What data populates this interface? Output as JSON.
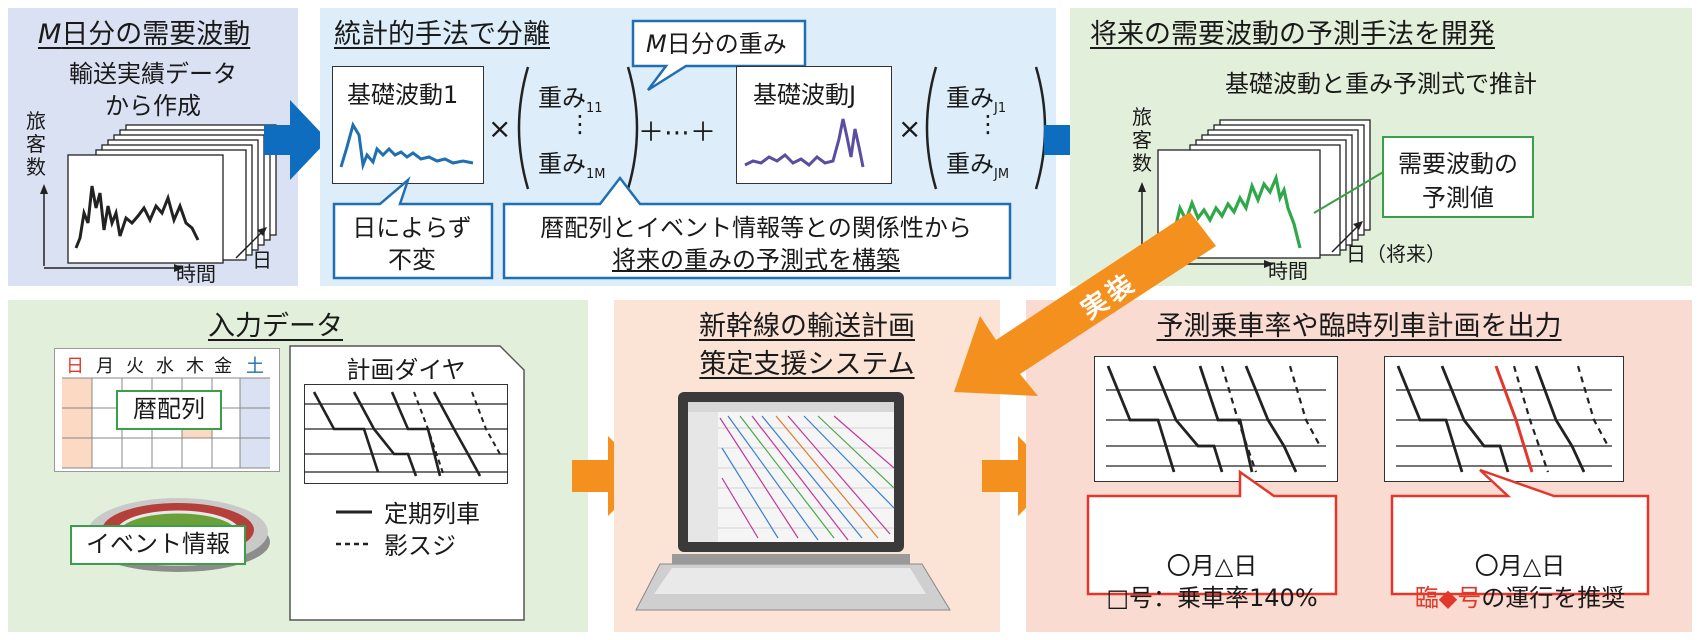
{
  "colors": {
    "panel_blue": "#d9e1f2",
    "panel_lightblue": "#ddeefa",
    "panel_green": "#e2efda",
    "panel_salmon": "#fbe3d6",
    "panel_red": "#fadbd2",
    "arrow_blue": "#0f6dbf",
    "arrow_orange": "#f4911e",
    "callout_blue": "#1f6fb2",
    "green_border": "#3a9f48",
    "red_border": "#e2382c"
  },
  "panel1": {
    "title_italic": "M",
    "title_rest": "日分の需要波動",
    "subtitle_line1": "輸送実績データ",
    "subtitle_line2": "から作成",
    "y_axis_label": "旅客数",
    "x_axis_label": "時間",
    "depth_label": "日"
  },
  "panel2": {
    "title": "統計的手法で分離",
    "weight_callout_italic": "M",
    "weight_callout_rest": "日分の重み",
    "basis1_label": "基礎波動1",
    "basisJ_label": "基礎波動J",
    "weight_top_1": "重み",
    "weight_top_1_sub": "11",
    "weight_bottom_1": "重み",
    "weight_bottom_1_sub": "1M",
    "weight_top_J": "重み",
    "weight_top_J_sub": "J1",
    "weight_bottom_J": "重み",
    "weight_bottom_J_sub": "JM",
    "vdots": "⋮",
    "times": "×",
    "plus_dots": "＋⋯＋",
    "invariant_line1": "日によらず",
    "invariant_line2": "不変",
    "relation_line1": "暦配列とイベント情報等との関係性から",
    "relation_line2": "将来の重みの予測式を構築"
  },
  "panel3": {
    "title": "将来の需要波動の予測手法を開発",
    "subtitle": "基礎波動と重み予測式で推計",
    "y_axis_label": "旅客数",
    "x_axis_label": "時間",
    "depth_label": "日（将来）",
    "callout_line1": "需要波動の",
    "callout_line2": "予測値"
  },
  "implement_label": "実装",
  "panel4": {
    "title": "入力データ",
    "calendar_days": [
      "日",
      "月",
      "火",
      "水",
      "木",
      "金",
      "土"
    ],
    "calendar_label": "暦配列",
    "event_label": "イベント情報",
    "timetable_title": "計画ダイヤ",
    "legend_regular": "定期列車",
    "legend_shadow": "影スジ"
  },
  "panel5": {
    "title_line1": "新幹線の輸送計画",
    "title_line2": "策定支援システム"
  },
  "panel6": {
    "title": "予測乗車率や臨時列車計画を出力",
    "out1_line1": "〇月△日",
    "out1_line2": "□号：乗車率140%",
    "out2_line1": "〇月△日",
    "out2_line2_red": "臨◆号",
    "out2_line2_rest": "の運行を推奨"
  }
}
